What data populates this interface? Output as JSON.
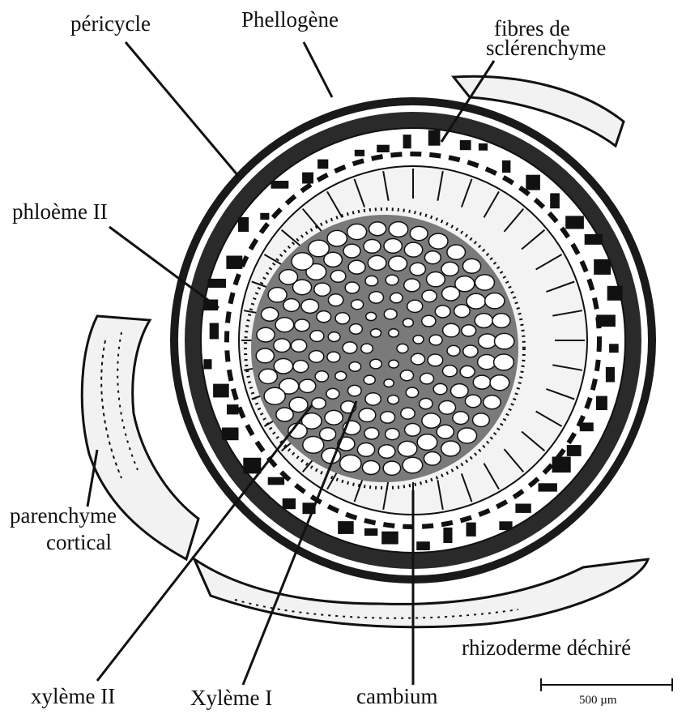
{
  "labels": {
    "pericycle": "péricycle",
    "phellogene": "Phellogène",
    "fibres_line1": "fibres de",
    "fibres_line2": "sclérenchyme",
    "phloeme_ii": "phloème II",
    "parenchyme_line1": "parenchyme",
    "parenchyme_line2": "cortical",
    "rhizoderme": "rhizoderme déchiré",
    "xyleme_ii": "xylème II",
    "xyleme_i": "Xylème I",
    "cambium": "cambium"
  },
  "scale_bar": {
    "label": "500 µm",
    "length_um": 500
  },
  "colors": {
    "ink": "#111111",
    "background": "#ffffff"
  }
}
